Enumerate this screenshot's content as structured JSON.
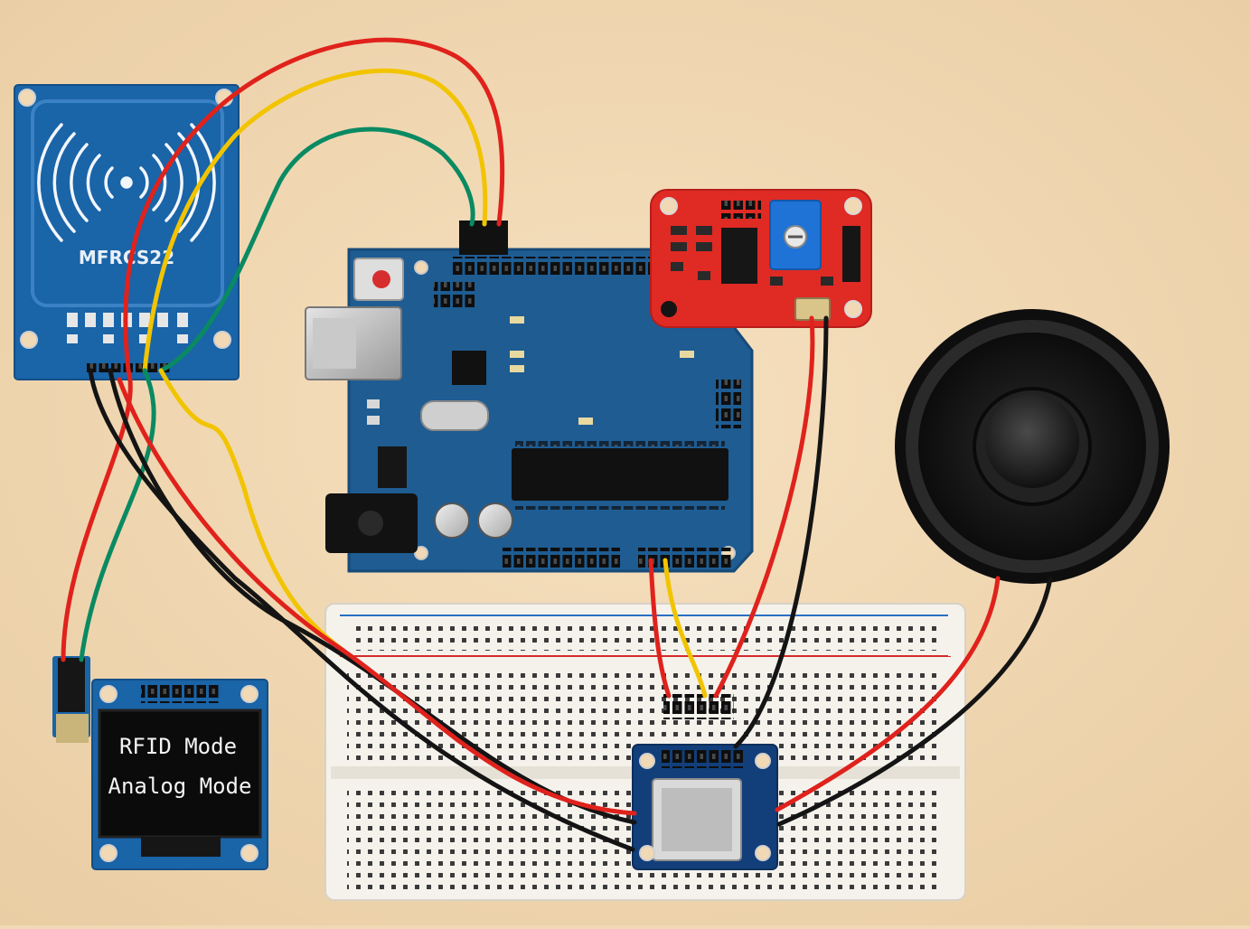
{
  "rfid_module": {
    "label": "MFRCS22"
  },
  "oled_display": {
    "line1": "RFID Mode",
    "line2": "Analog Mode"
  },
  "colors": {
    "table": "#f2d9b5",
    "arduino_pcb": "#1e5c92",
    "rfid_pcb": "#1a64a8",
    "relay_pcb": "#e02a24",
    "breadboard": "#f4f1ea",
    "wire_red": "#e0221c",
    "wire_yellow": "#f2c400",
    "wire_green": "#0a8a62",
    "wire_black": "#141414",
    "speaker": "#1c1c1c"
  }
}
